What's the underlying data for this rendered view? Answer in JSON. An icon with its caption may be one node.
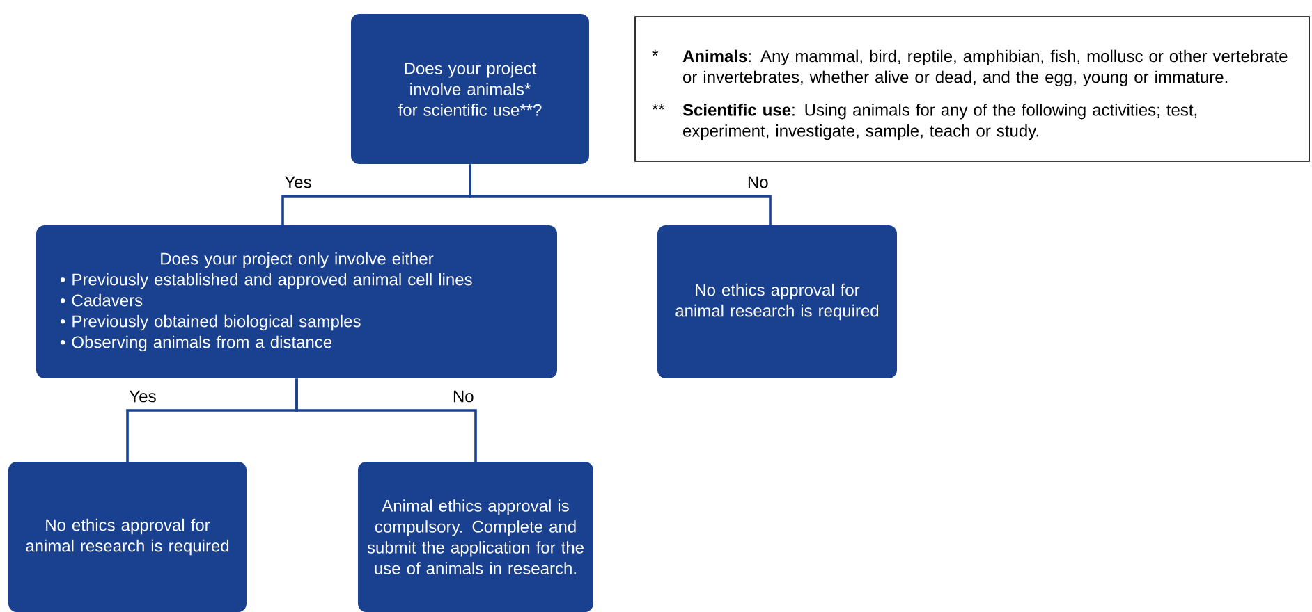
{
  "diagram": {
    "nodes": [
      {
        "text": [
          "Does your project involve animals* for scientific use**?"
        ]
      },
      {
        "text": [
          "Does your project only involve either",
          "• Previously established and approved animal cell lines",
          "• Cadavers",
          "• Previously obtained biological samples",
          "• Observing animals from a distance"
        ]
      },
      {
        "text": [
          "No ethics approval for animal research is required"
        ]
      },
      {
        "text": [
          "No ethics approval for animal research is required"
        ]
      },
      {
        "text": [
          "Animal ethics approval is compulsory. Complete and submit the application for the use of animals in research."
        ]
      },
      {
        "text": [
          "*",
          "**Animals**: Any mammal, bird, reptile, amphibian, fish, mollusc or other vertebrate or invertebrates, whether alive or dead, and the egg, young or immature.",
          "**",
          "**Scientific use**: Using animals for any of the following activities; test, experiment, investigate, sample, teach or study."
        ]
      }
    ],
    "edges": [
      {
        "from": 0,
        "to": 1,
        "arrow": "none",
        "label": "Yes"
      },
      {
        "from": 0,
        "to": 2,
        "arrow": "none",
        "label": "No"
      },
      {
        "from": 1,
        "to": 3,
        "arrow": "none",
        "label": "Yes"
      },
      {
        "from": 1,
        "to": 4,
        "arrow": "none",
        "label": "No"
      }
    ]
  }
}
